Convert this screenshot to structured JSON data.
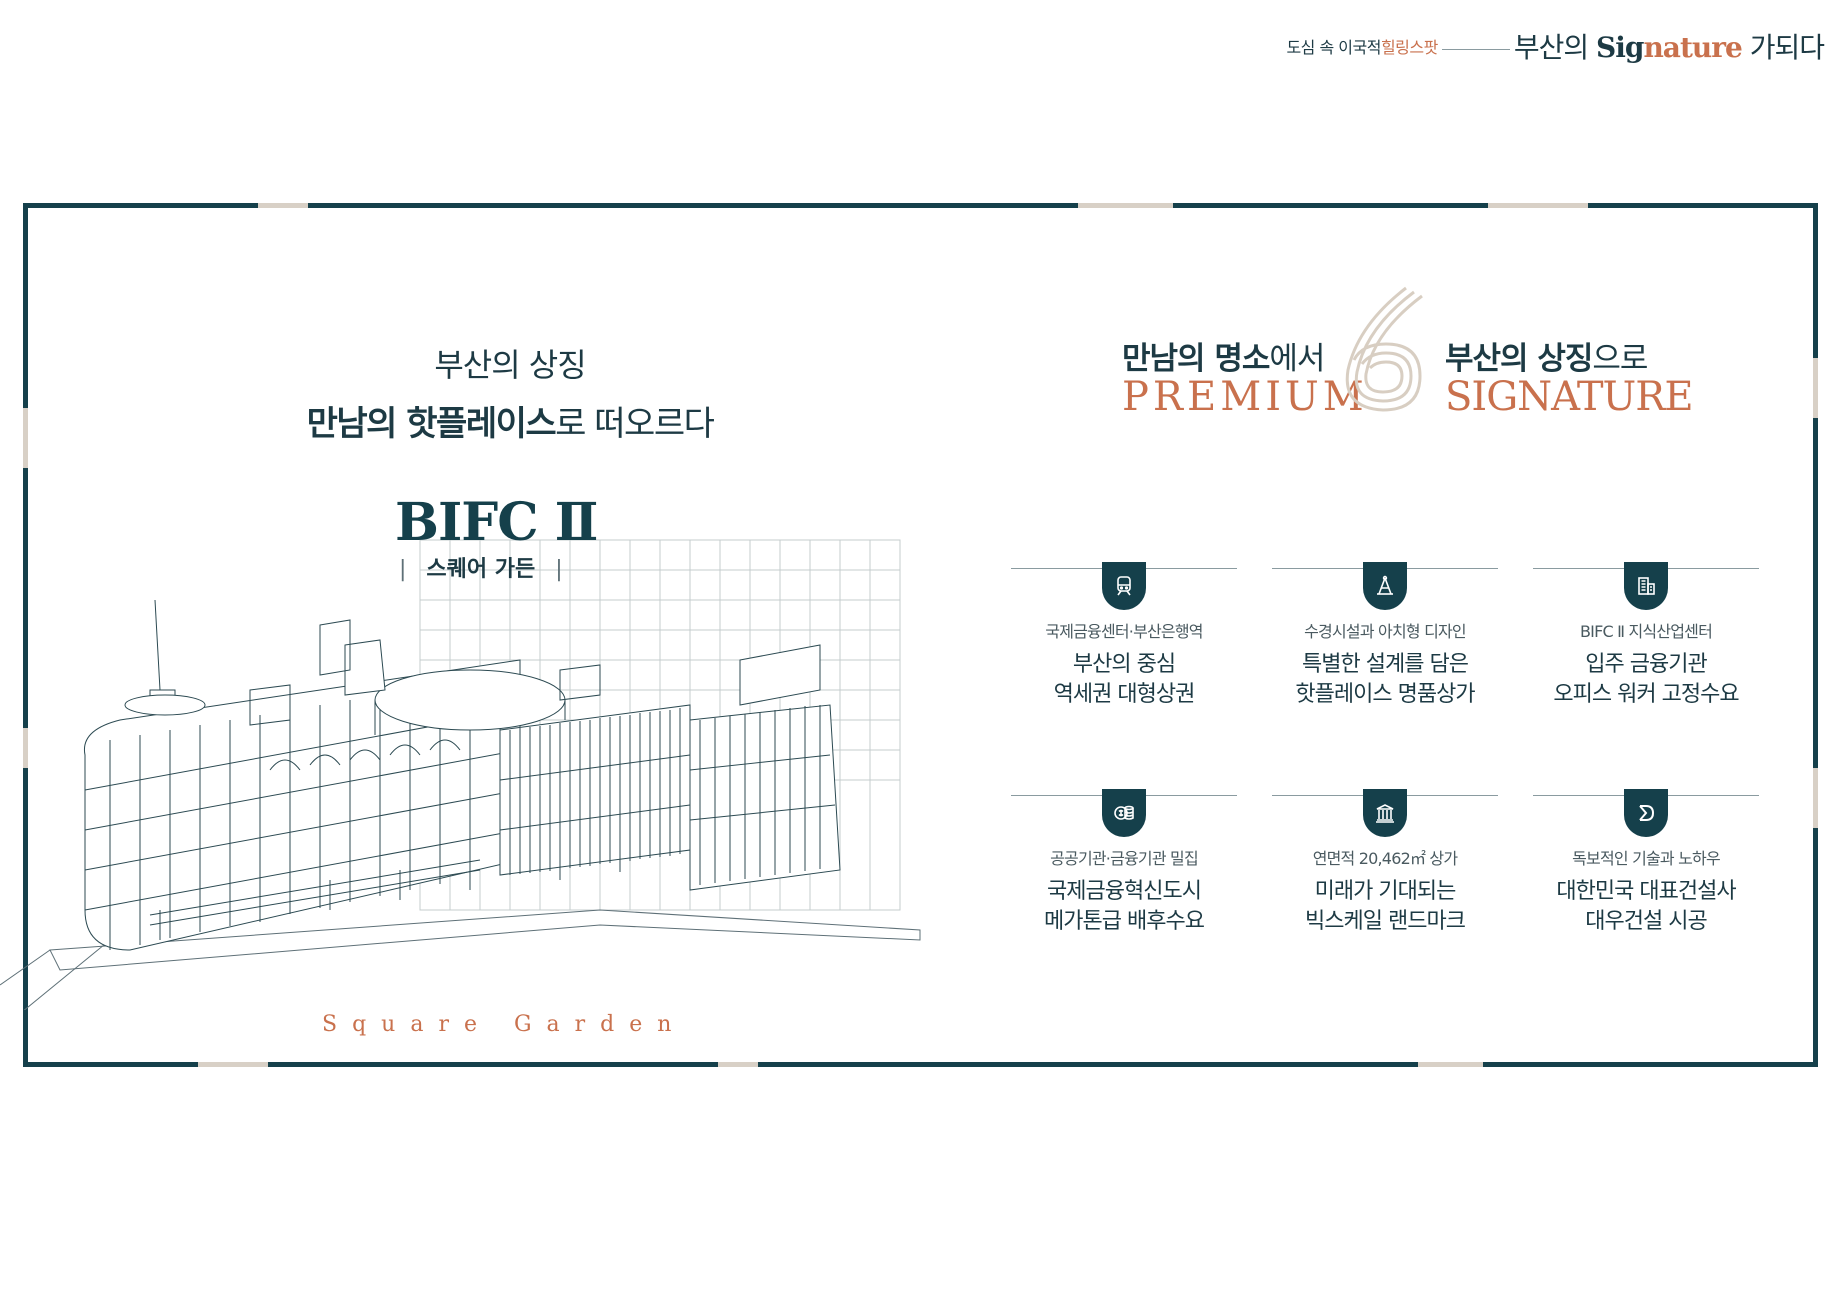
{
  "header": {
    "tagline_prefix": "도심 속 이국적 ",
    "tagline_highlight": "힐링스팟",
    "title_prefix": "부산의 ",
    "title_sig_a": "Sig",
    "title_sig_b": "nature",
    "title_suffix": " 가되다"
  },
  "left": {
    "line1": "부산의 상징",
    "line2_bold": "만남의 핫플레이스",
    "line2_rest": "로 떠오르다",
    "logo": "BIFC Ⅱ",
    "logo_sub_bar_left": "|",
    "logo_sub": "스퀘어 가든",
    "logo_sub_bar_right": "|",
    "caption": "Square Garden"
  },
  "right": {
    "head_left_bold": "만남의 명소",
    "head_left_rest": "에서",
    "head_left_en": "PREMIUM",
    "head_right_bold": "부산의 상징",
    "head_right_rest": "으로",
    "head_right_en": "SIGNATURE",
    "big_number": "6"
  },
  "features": [
    {
      "icon": "train-icon",
      "label": "국제금융센터·부산은행역",
      "line1": "부산의 중심",
      "line2": "역세권 대형상권"
    },
    {
      "icon": "design-compass-icon",
      "label": "수경시설과 아치형 디자인",
      "line1": "특별한 설계를 담은",
      "line2": "핫플레이스 명품상가"
    },
    {
      "icon": "office-building-icon",
      "label": "BIFC Ⅱ 지식산업센터",
      "line1": "입주 금융기관",
      "line2": "오피스 워커 고정수요"
    },
    {
      "icon": "coins-icon",
      "label": "공공기관·금융기관 밀집",
      "line1": "국제금융혁신도시",
      "line2": "메가톤급 배후수요"
    },
    {
      "icon": "landmark-icon",
      "label": "연면적 20,462㎡ 상가",
      "line1": "미래가 기대되는",
      "line2": "빅스케일 랜드마크"
    },
    {
      "icon": "daewoo-logo-icon",
      "label": "독보적인 기술과 노하우",
      "line1": "대한민국 대표건설사",
      "line2": "대우건설 시공"
    }
  ],
  "colors": {
    "navy": "#15404b",
    "accent": "#c9714d",
    "beige": "#d8d0c6"
  }
}
